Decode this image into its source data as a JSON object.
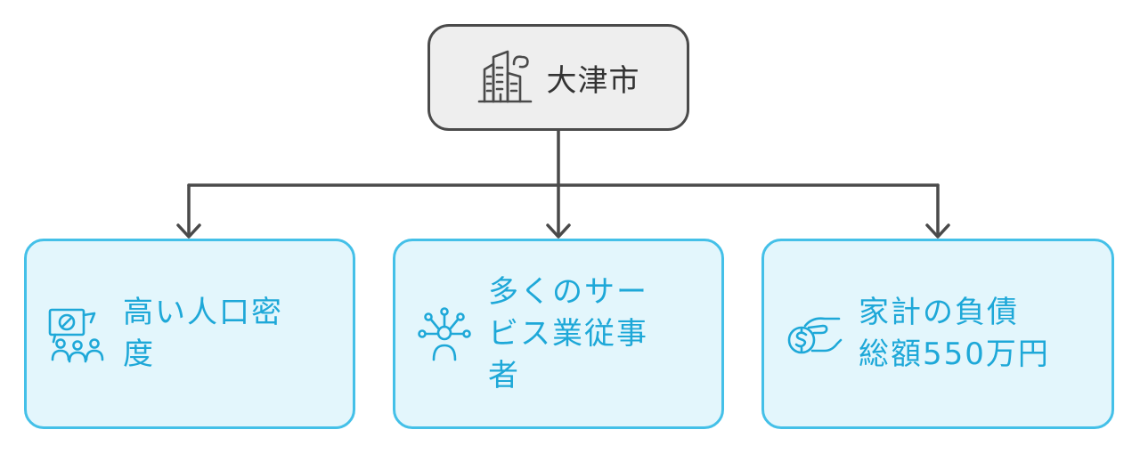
{
  "diagram": {
    "root": {
      "label": "大津市",
      "icon": "city-buildings-icon"
    },
    "children": [
      {
        "label_lines": [
          "高い人口密",
          "度"
        ],
        "icon": "population-density-icon"
      },
      {
        "label_lines": [
          "多くのサー",
          "ビス業従事",
          "者"
        ],
        "icon": "service-network-person-icon"
      },
      {
        "label_lines": [
          "家計の負債",
          "総額550万円"
        ],
        "icon": "hand-money-debt-icon"
      }
    ]
  },
  "colors": {
    "root_fill": "#eeeeee",
    "root_border": "#4a4a4a",
    "root_text": "#333333",
    "child_fill": "#e3f6fc",
    "child_border": "#44c0e8",
    "child_text": "#1ea8d8",
    "connector": "#4a4a4a"
  }
}
